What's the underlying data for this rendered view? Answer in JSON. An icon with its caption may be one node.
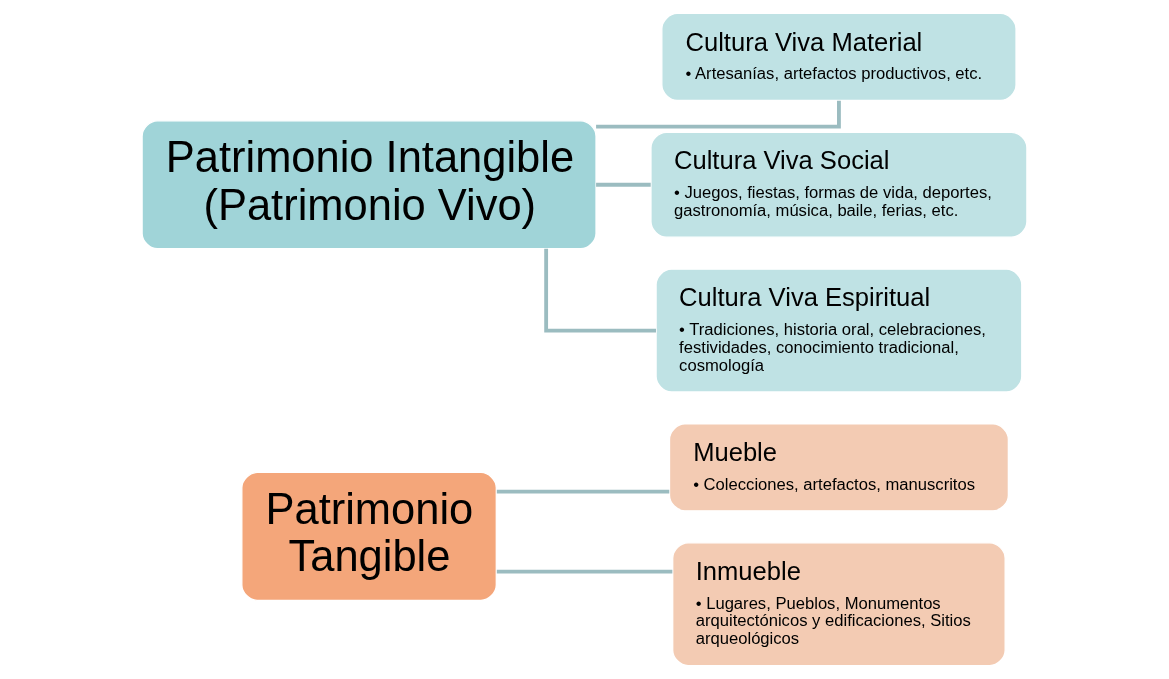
{
  "diagram": {
    "nodes": [
      {
        "text": [
          "Patrimonio Tangible"
        ]
      },
      {
        "text": [
          "Mueble",
          "• Colecciones, artefactos, manuscritos"
        ]
      },
      {
        "text": [
          "Inmueble",
          "• Lugares, Pueblos, Monumentos arquitectónicos y edificaciones, Sitios arqueológicos"
        ]
      },
      {
        "text": [
          "Patrimonio Intangible (Patrimonio Vivo)"
        ]
      },
      {
        "text": [
          "Cultura Viva Material",
          "• Artesanías, artefactos productivos, etc."
        ]
      },
      {
        "text": [
          "Cultura Viva Social",
          "• Juegos, fiestas, formas de vida, deportes, gastronomía, música, baile, ferias, etc."
        ]
      },
      {
        "text": [
          "Cultura Viva Espiritual",
          "• Tradiciones, historia oral, celebraciones, festividades, conocimiento tradicional, cosmología"
        ]
      }
    ],
    "edges": [
      {
        "from": 0,
        "to": 1,
        "arrow": "none"
      },
      {
        "from": 0,
        "to": 2,
        "arrow": "none"
      },
      {
        "from": 3,
        "to": 4,
        "arrow": "none"
      },
      {
        "from": 3,
        "to": 5,
        "arrow": "none"
      },
      {
        "from": 3,
        "to": 6,
        "arrow": "none"
      }
    ]
  }
}
